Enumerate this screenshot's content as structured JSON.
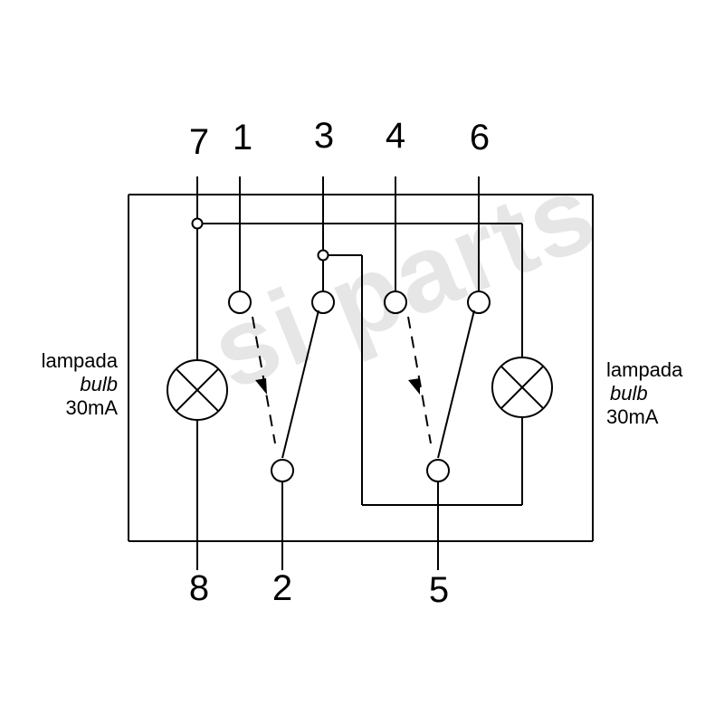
{
  "pins": {
    "p1": "1",
    "p2": "2",
    "p3": "3",
    "p4": "4",
    "p5": "5",
    "p6": "6",
    "p7": "7",
    "p8": "8"
  },
  "lamp_left": {
    "line1": "lampada",
    "line2": "bulb",
    "line3": "30mA"
  },
  "lamp_right": {
    "line1": "lampada",
    "line2": "bulb",
    "line3": "30mA"
  },
  "watermark": "si parts",
  "colors": {
    "line": "#000000",
    "background": "#ffffff",
    "watermark": "#e6e6e6"
  }
}
